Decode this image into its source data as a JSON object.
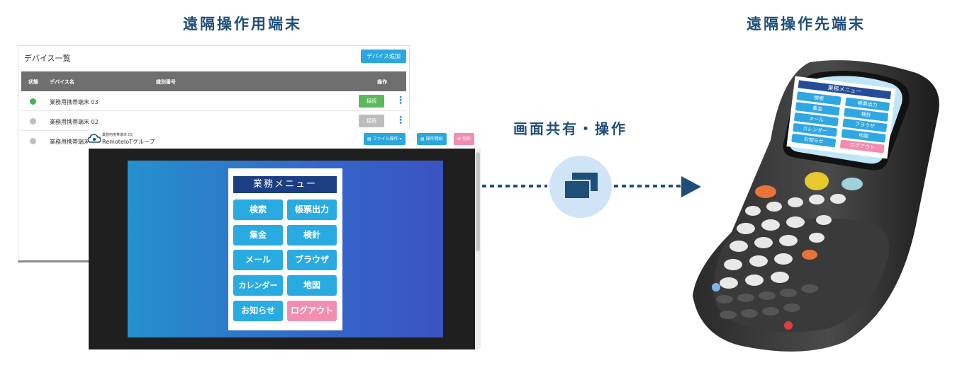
{
  "headings": {
    "left": "遠隔操作用端末",
    "right": "遠隔操作先端末",
    "middle": "画面共有・操作"
  },
  "device_list": {
    "title": "デバイス一覧",
    "add_button": "デバイス追加",
    "columns": {
      "status": "状態",
      "name": "デバイス名",
      "id": "識別番号",
      "action": "操作"
    },
    "rows": [
      {
        "name": "業務用携帯端末 03",
        "status_color": "#4caf50",
        "button": "接続",
        "button_color": "#5cb85c"
      },
      {
        "name": "業務用携帯端末 02",
        "status_color": "#bdbdbd",
        "button": "接続",
        "button_color": "#bdbdbd"
      },
      {
        "name": "業務用携帯端末",
        "status_color": "#bdbdbd"
      }
    ]
  },
  "remote_window": {
    "device_name": "業務用携帯端末 03",
    "group_name": "RemoteIoTグループ",
    "buttons": {
      "file_ops": "ファイル操作",
      "start_ops": "操作開始",
      "disconnect": "切断"
    }
  },
  "business_menu": {
    "title": "業務メニュー",
    "items": [
      "検索",
      "帳票出力",
      "集金",
      "検針",
      "メール",
      "ブラウザ",
      "カレンダー",
      "地図",
      "お知らせ",
      "ログアウト"
    ]
  },
  "colors": {
    "heading": "#1f4e79",
    "accent_blue": "#29a8e0",
    "pink": "#f28fb1",
    "menu_title": "#1c3f84"
  },
  "icons": {
    "share": "screen-share-windows-icon",
    "cloud": "cloud-icon",
    "arrow": "arrow-right-icon"
  }
}
